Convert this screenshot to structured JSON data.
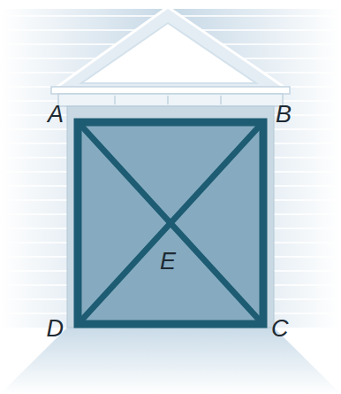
{
  "diagram": {
    "labels": [
      "A",
      "B",
      "E",
      "D",
      "C"
    ]
  }
}
